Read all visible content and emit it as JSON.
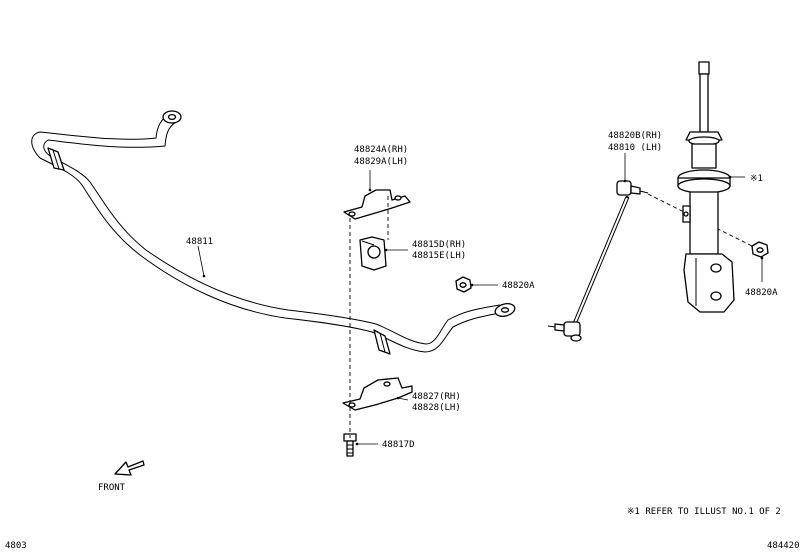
{
  "labels": {
    "stabilizer_bar": "48811",
    "bracket_upper_rh": "48824A(RH)",
    "bracket_upper_lh": "48829A(LH)",
    "bushing_rh": "48815D(RH)",
    "bushing_lh": "48815E(LH)",
    "bracket_lower_rh": "48827(RH)",
    "bracket_lower_lh": "48828(LH)",
    "bolt": "48817D",
    "nut_center": "48820A",
    "link_rh": "48820B(RH)",
    "link_lh": "48810 (LH)",
    "strut_ref": "※1",
    "nut_right": "48820A",
    "front_text": "FRONT",
    "refer_note": "※1  REFER TO ILLUST NO.1 OF 2",
    "page_left": "4803",
    "page_right": "484420"
  }
}
